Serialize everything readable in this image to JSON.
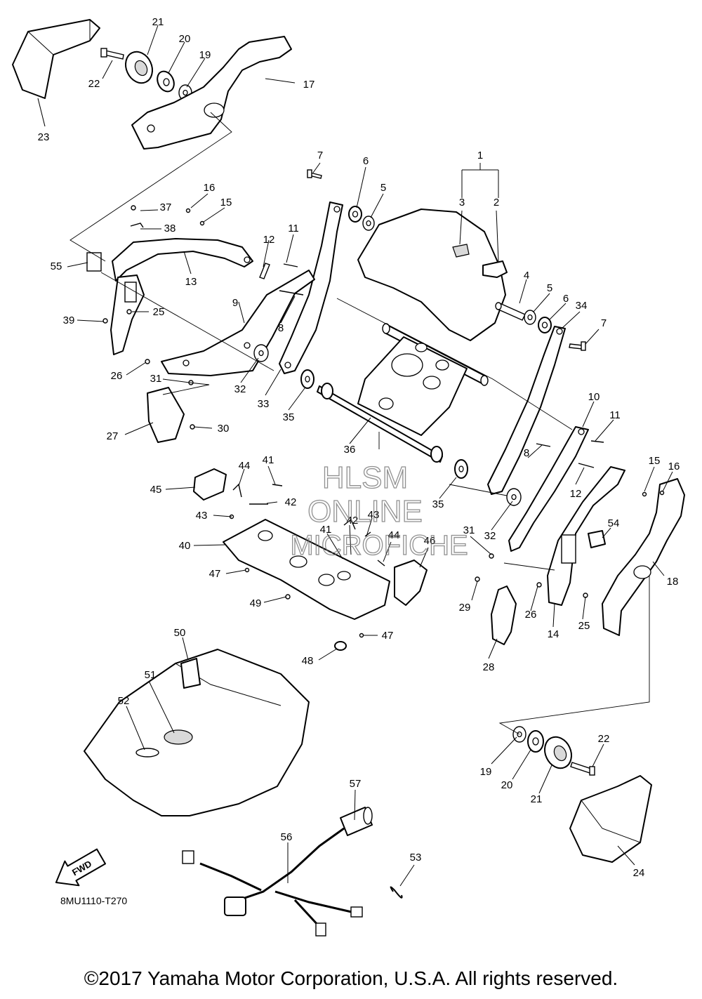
{
  "drawing_code": "8MU1110-T270",
  "copyright": "©2017 Yamaha Motor Corporation, U.S.A. All rights reserved.",
  "watermark": {
    "line1": "HLSM",
    "line2": "ONLINE",
    "line3": "MICROFICHE"
  },
  "fwd_label": "FWD",
  "callouts": {
    "n1": "1",
    "n2": "2",
    "n3": "3",
    "n4": "4",
    "n5a": "5",
    "n5b": "5",
    "n6a": "6",
    "n6b": "6",
    "n7a": "7",
    "n7b": "7",
    "n8a": "8",
    "n8b": "8",
    "n9": "9",
    "n10": "10",
    "n11a": "11",
    "n11b": "11",
    "n12a": "12",
    "n12b": "12",
    "n13": "13",
    "n14": "14",
    "n15a": "15",
    "n15b": "15",
    "n16a": "16",
    "n16b": "16",
    "n17": "17",
    "n18": "18",
    "n19a": "19",
    "n19b": "19",
    "n20a": "20",
    "n20b": "20",
    "n21a": "21",
    "n21b": "21",
    "n22a": "22",
    "n22b": "22",
    "n23": "23",
    "n24": "24",
    "n25a": "25",
    "n25b": "25",
    "n26a": "26",
    "n26b": "26",
    "n27": "27",
    "n28": "28",
    "n29": "29",
    "n30": "30",
    "n31a": "31",
    "n31b": "31",
    "n32a": "32",
    "n32b": "32",
    "n33": "33",
    "n34": "34",
    "n35a": "35",
    "n35b": "35",
    "n36": "36",
    "n37": "37",
    "n38": "38",
    "n39": "39",
    "n40": "40",
    "n41a": "41",
    "n41b": "41",
    "n42a": "42",
    "n42b": "42",
    "n43a": "43",
    "n43b": "43",
    "n44a": "44",
    "n44b": "44",
    "n45": "45",
    "n46": "46",
    "n47a": "47",
    "n47b": "47",
    "n48": "48",
    "n49": "49",
    "n50": "50",
    "n51": "51",
    "n52": "52",
    "n53": "53",
    "n54": "54",
    "n55": "55",
    "n56": "56",
    "n57": "57"
  }
}
